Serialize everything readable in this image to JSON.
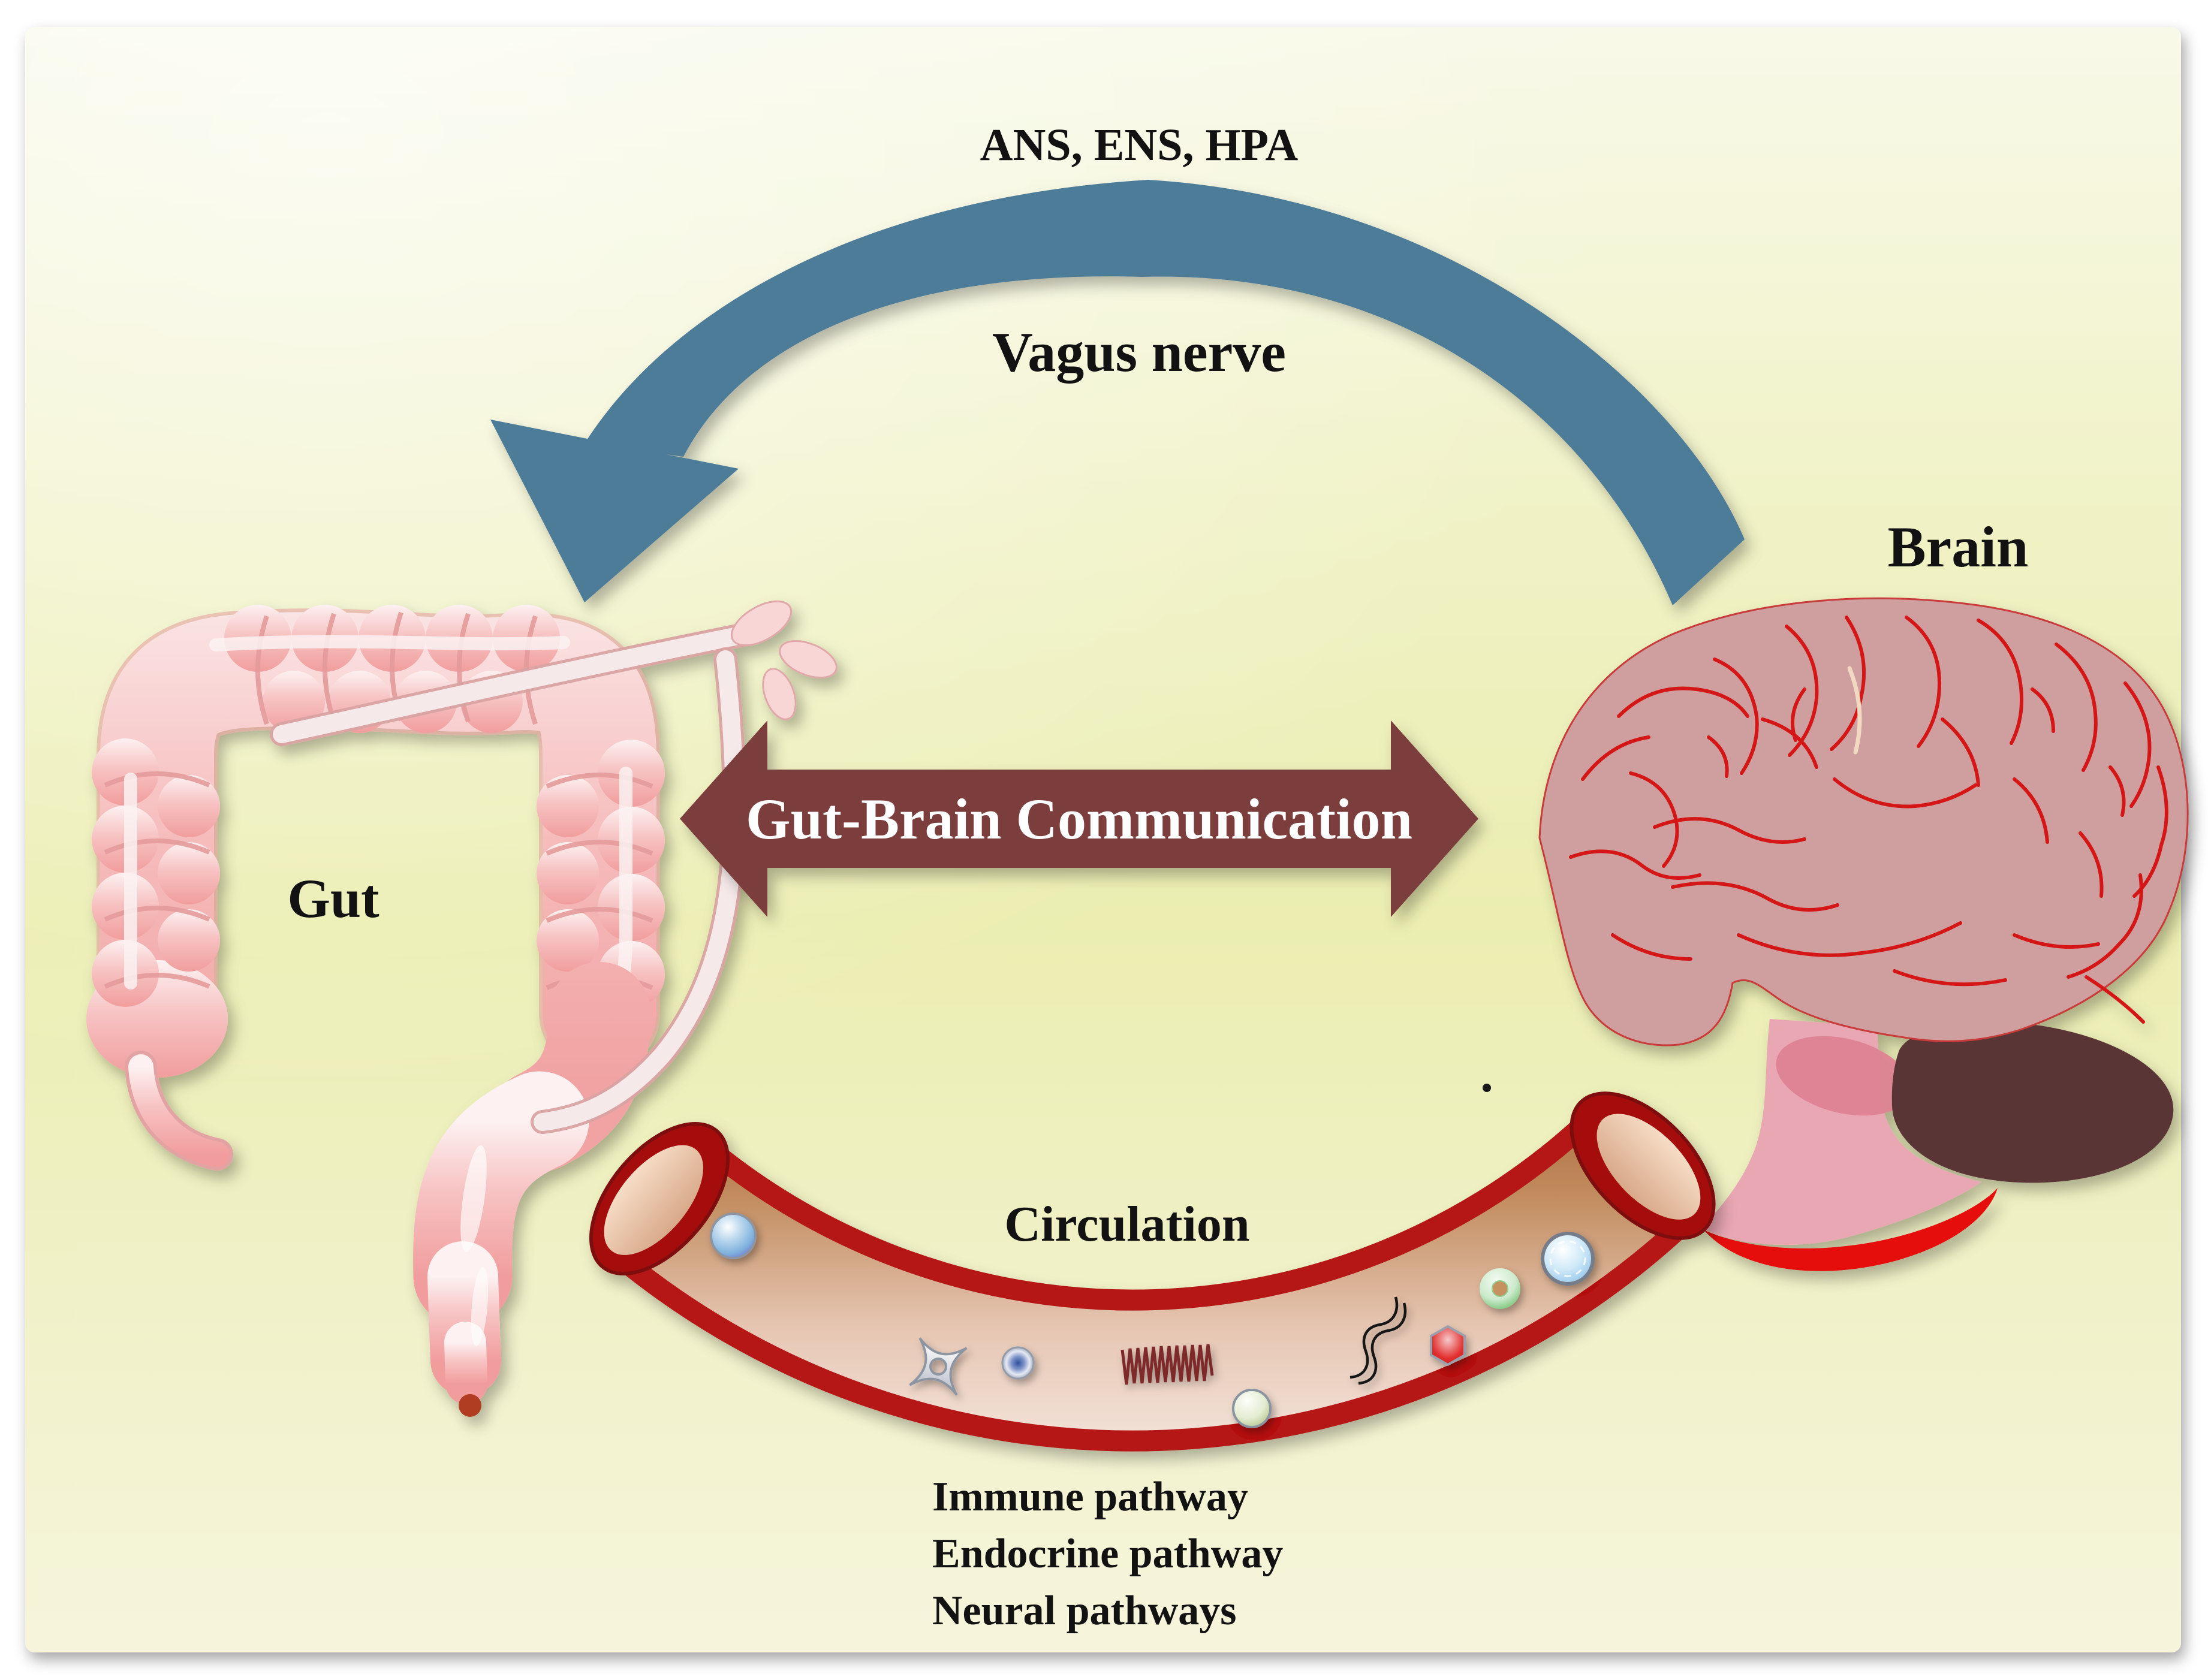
{
  "figure": {
    "type": "biomedical-schematic",
    "topic": "Gut-Brain Communication"
  },
  "labels": {
    "ans_ens_hpa": "ANS, ENS, HPA",
    "vagus_nerve": "Vagus nerve",
    "brain": "Brain",
    "gut": "Gut",
    "center_arrow": "Gut-Brain Communication",
    "circulation": "Circulation",
    "pathway_lines": [
      "Immune pathway",
      "Endocrine pathway",
      "Neural pathways"
    ]
  },
  "colors": {
    "background_yellow": "#ebeeb0",
    "vagus_arc_blue": "#4e7b99",
    "arrow_maroon": "#7b3d3d",
    "vessel_red": "#b51212",
    "vessel_rim_dark": "#8e0d0d",
    "vessel_lumen_tan": "#c4895c",
    "gut_pink": "#f6bcbc",
    "anus_dot": "#b03c20",
    "brain_pink": "#cf9e9e",
    "brain_vessel_red": "#d51515",
    "cerebellum_brown": "#5a3434",
    "brainstem_pink": "#e8a7b2",
    "brainstem_red": "#e60808",
    "text_black": "#121212",
    "text_white": "#ffffff"
  },
  "molecules": [
    {
      "name": "blue-vesicle-sphere"
    },
    {
      "name": "platelet-star-cell"
    },
    {
      "name": "blue-receptor-dot"
    },
    {
      "name": "protein-coil"
    },
    {
      "name": "green-vesicle-sphere"
    },
    {
      "name": "dna-strand-squiggle"
    },
    {
      "name": "red-blood-cell-hexagon"
    },
    {
      "name": "green-ring-molecule"
    },
    {
      "name": "large-blue-sphere"
    }
  ]
}
